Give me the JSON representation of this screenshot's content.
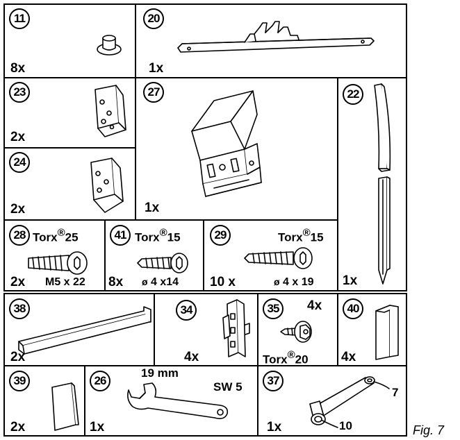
{
  "figure_label": "Fig. 7",
  "parts": {
    "p11": {
      "number": "11",
      "quantity": "8x"
    },
    "p20": {
      "number": "20",
      "quantity": "1x"
    },
    "p23": {
      "number": "23",
      "quantity": "2x"
    },
    "p27": {
      "number": "27",
      "quantity": "1x"
    },
    "p22": {
      "number": "22",
      "quantity": "1x"
    },
    "p24": {
      "number": "24",
      "quantity": "2x"
    },
    "p28": {
      "number": "28",
      "quantity": "2x",
      "torx": "Torx",
      "reg": "®",
      "torx_size": "25",
      "dimension": "M5 x 22"
    },
    "p41": {
      "number": "41",
      "quantity": "8x",
      "torx": "Torx",
      "reg": "®",
      "torx_size": "15",
      "dia_symbol": "ø",
      "dimension": "4 x14"
    },
    "p29": {
      "number": "29",
      "quantity": "10 x",
      "torx": "Torx",
      "reg": "®",
      "torx_size": "15",
      "dia_symbol": "ø",
      "dimension": "4 x 19"
    },
    "p38": {
      "number": "38",
      "quantity": "2x"
    },
    "p34": {
      "number": "34",
      "quantity": "4x"
    },
    "p35": {
      "number": "35",
      "quantity": "4x",
      "torx": "Torx",
      "reg": "®",
      "torx_size": "20"
    },
    "p40": {
      "number": "40",
      "quantity": "4x"
    },
    "p39": {
      "number": "39",
      "quantity": "2x"
    },
    "p26": {
      "number": "26",
      "quantity": "1x",
      "label_left": "19 mm",
      "label_right": "SW 5"
    },
    "p37": {
      "number": "37",
      "quantity": "1x",
      "label_7": "7",
      "label_10": "10"
    }
  }
}
